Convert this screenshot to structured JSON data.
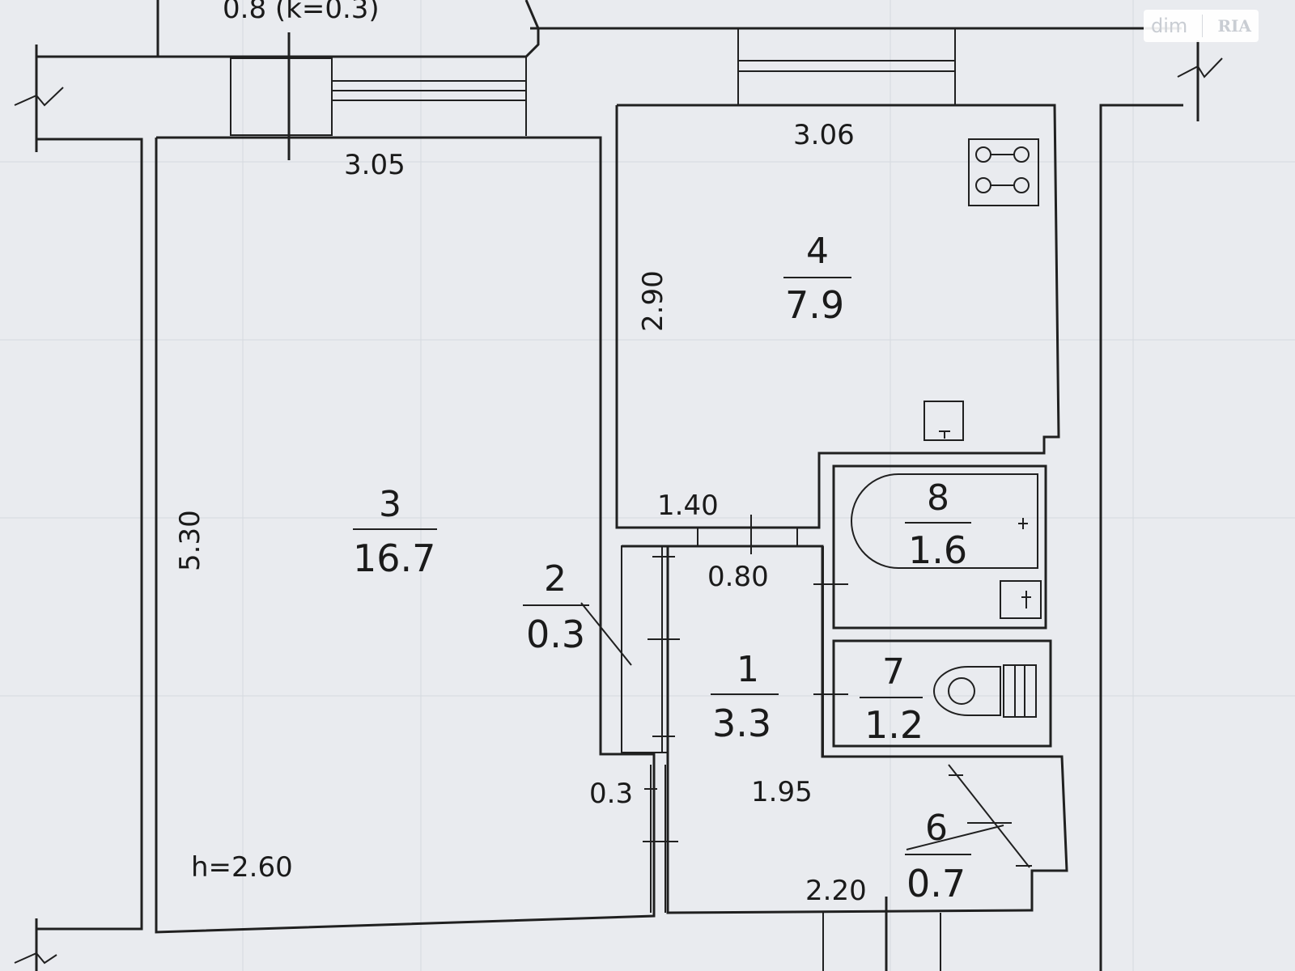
{
  "watermark": {
    "brand_a": "dim",
    "brand_b": "RIA"
  },
  "balcony_label": "0.8 (k=0.3)",
  "ceiling_height": "h=2.60",
  "rooms": [
    {
      "id": "3",
      "number": "3",
      "area": "16.7"
    },
    {
      "id": "4",
      "number": "4",
      "area": "7.9"
    },
    {
      "id": "8",
      "number": "8",
      "area": "1.6"
    },
    {
      "id": "2",
      "number": "2",
      "area": "0.3"
    },
    {
      "id": "1",
      "number": "1",
      "area": "3.3"
    },
    {
      "id": "7",
      "number": "7",
      "area": "1.2"
    },
    {
      "id": "6",
      "number": "6",
      "area": "0.7"
    }
  ],
  "dimensions": {
    "room3_width": "3.05",
    "room3_length": "5.30",
    "kitchen_width": "3.06",
    "kitchen_length": "2.90",
    "corridor_top": "1.40",
    "hall_top": "0.80",
    "closet_width": "0.3",
    "hall_mid": "1.95",
    "hall_bottom": "2.20"
  },
  "fixtures": [
    "stove-icon",
    "sink-icon",
    "bathtub-icon",
    "washbasin-icon",
    "toilet-icon"
  ]
}
